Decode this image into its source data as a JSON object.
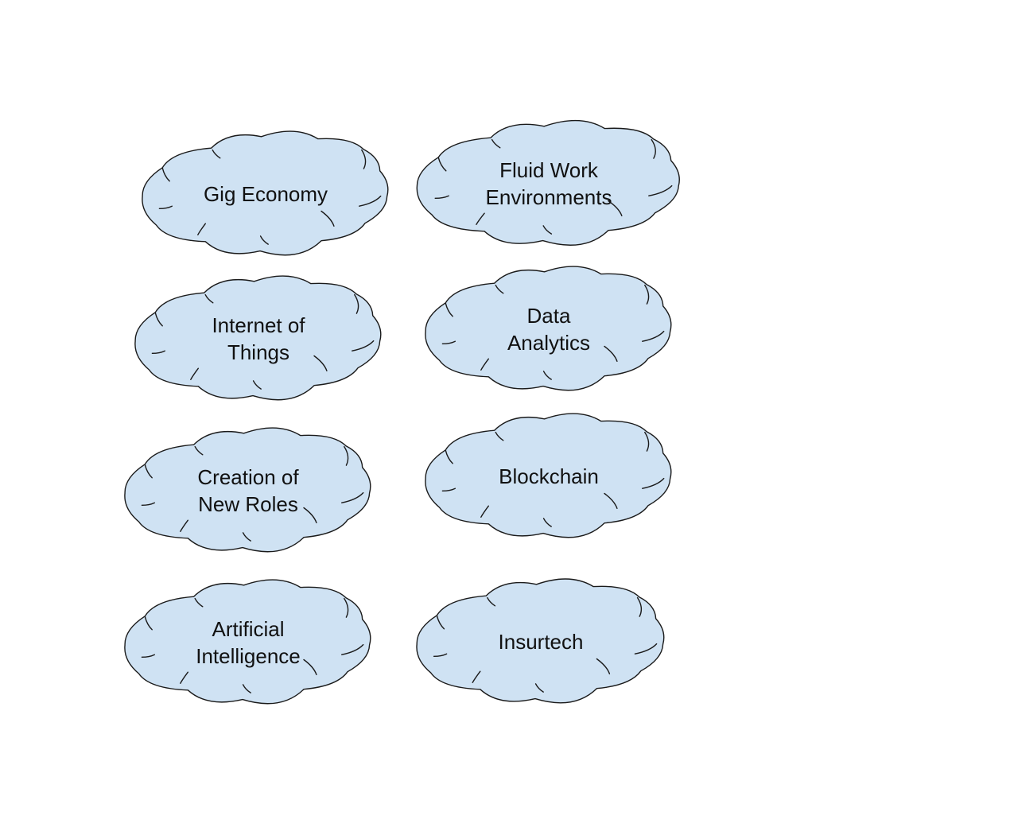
{
  "diagram": {
    "fill_color": "#cfe2f3",
    "stroke_color": "#1a1a1a",
    "shape": "cloud",
    "nodes": [
      {
        "id": "gig-economy",
        "label": "Gig Economy"
      },
      {
        "id": "fluid-work-environments",
        "label": "Fluid Work\nEnvironments"
      },
      {
        "id": "internet-of-things",
        "label": "Internet of\nThings"
      },
      {
        "id": "data-analytics",
        "label": "Data\nAnalytics"
      },
      {
        "id": "creation-of-new-roles",
        "label": "Creation of\nNew Roles"
      },
      {
        "id": "blockchain",
        "label": "Blockchain"
      },
      {
        "id": "artificial-intelligence",
        "label": "Artificial\nIntelligence"
      },
      {
        "id": "insurtech",
        "label": "Insurtech"
      }
    ]
  }
}
